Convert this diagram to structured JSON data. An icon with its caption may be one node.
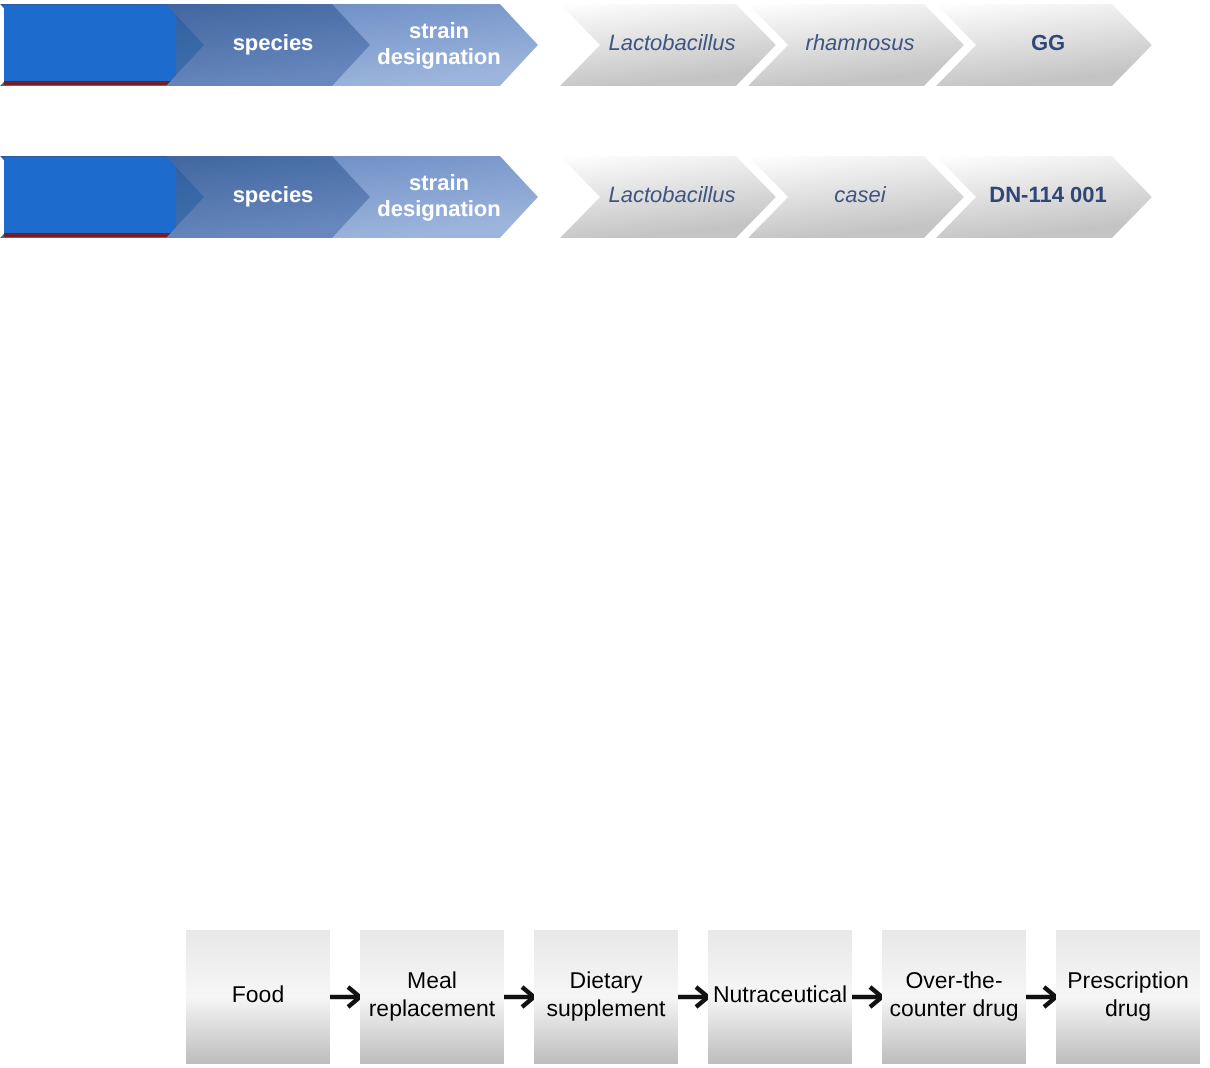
{
  "diagram": {
    "nodes": [
      {
        "text": [],
        "shape": "chevron"
      },
      {
        "text": [
          "species"
        ]
      },
      {
        "text": [
          "strain designation"
        ]
      },
      {
        "text": [
          "Lactobacillus"
        ]
      },
      {
        "text": [
          "rhamnosus"
        ]
      },
      {
        "text": [
          "GG"
        ]
      },
      {
        "text": [],
        "shape": "chevron"
      },
      {
        "text": [
          "species"
        ]
      },
      {
        "text": [
          "strain designation"
        ]
      },
      {
        "text": [
          "Lactobacillus"
        ]
      },
      {
        "text": [
          "casei"
        ]
      },
      {
        "text": [
          "DN-114 001"
        ]
      },
      {
        "text": [
          "Food"
        ]
      },
      {
        "text": [
          "Meal replacement"
        ]
      },
      {
        "text": [
          "Dietary supplement"
        ]
      },
      {
        "text": [
          "Nutraceutical"
        ]
      },
      {
        "text": [
          "Over-the-counter drug"
        ]
      },
      {
        "text": [
          "Prescription drug"
        ]
      }
    ],
    "edges": [
      {
        "from": 12,
        "to": 13,
        "arrow": "to"
      },
      {
        "from": 13,
        "to": 14,
        "arrow": "to"
      },
      {
        "from": 14,
        "to": 15,
        "arrow": "to"
      },
      {
        "from": 15,
        "to": 16,
        "arrow": "to"
      },
      {
        "from": 16,
        "to": 17,
        "arrow": "to"
      }
    ]
  }
}
